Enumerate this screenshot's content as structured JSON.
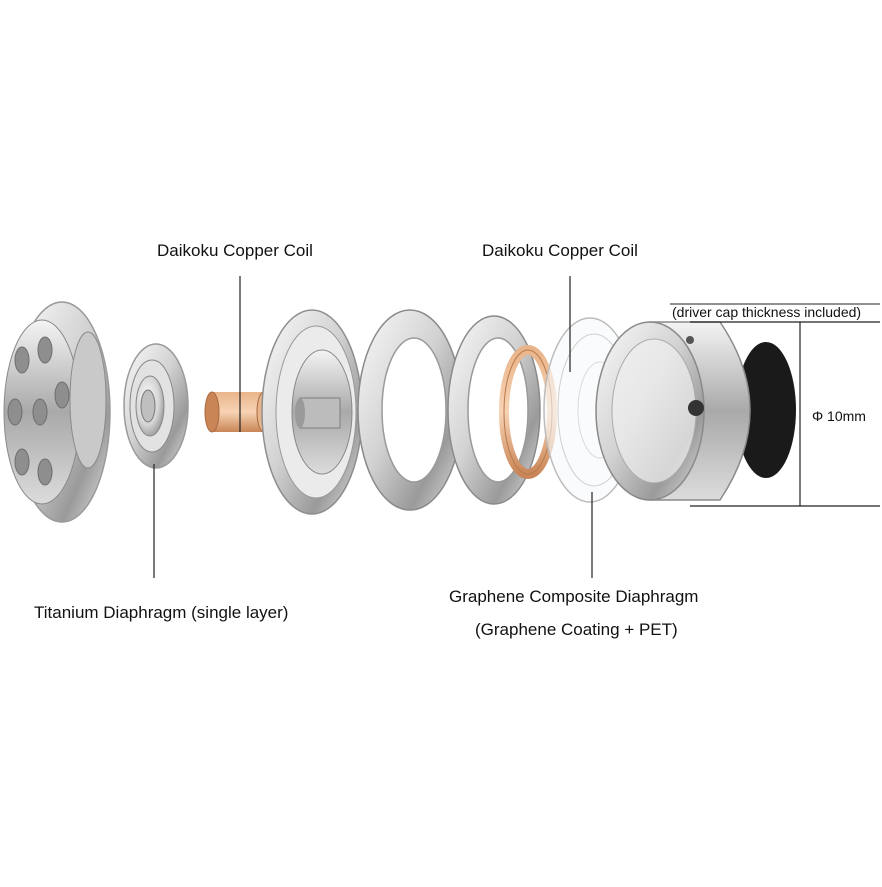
{
  "labels": {
    "coil_left": "Daikoku Copper Coil",
    "coil_right": "Daikoku Copper Coil",
    "titanium": "Titanium Diaphragm (single layer)",
    "graphene_line1": "Graphene Composite Diaphragm",
    "graphene_line2": "(Graphene Coating + PET)",
    "cap_note": "(driver cap thickness included)",
    "diameter": "Φ 10mm"
  },
  "colors": {
    "silver_light": "#f2f2f2",
    "silver_mid": "#bdbdbd",
    "silver_dark": "#7d7d7d",
    "copper": "#d99a6c",
    "rubber_black": "#1a1a1a",
    "line": "#222222"
  }
}
